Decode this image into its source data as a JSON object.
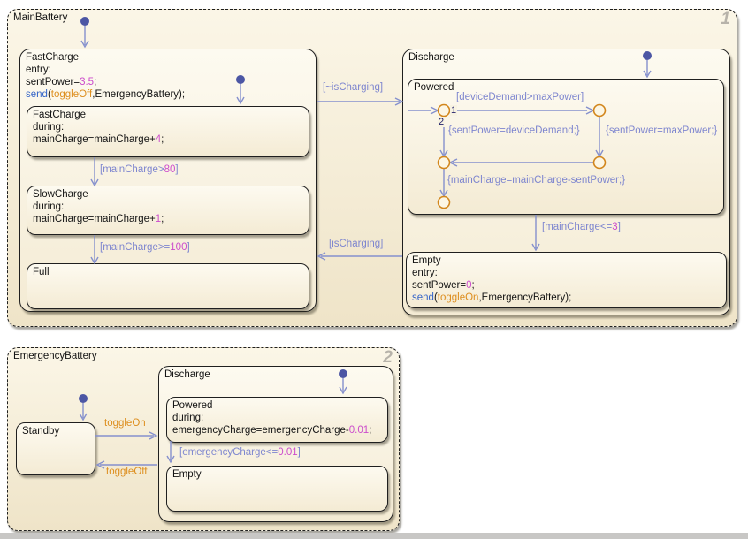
{
  "main": {
    "label": "MainBattery",
    "corner": "1",
    "fastChargeOuter": {
      "title": "FastCharge",
      "entry": "entry:",
      "sent_pre": "sentPower=",
      "sent_num": "3.5",
      "semi": ";",
      "send_kw": "send",
      "send_open": "(",
      "send_event": "toggleOff",
      "send_rest": ",EmergencyBattery);"
    },
    "fastChargeInner": {
      "title": "FastCharge",
      "during": "during:",
      "code_pre": "mainCharge=mainCharge+",
      "code_num": "4",
      "semi": ";"
    },
    "slowCharge": {
      "title": "SlowCharge",
      "during": "during:",
      "code_pre": "mainCharge=mainCharge+",
      "code_num": "1",
      "semi": ";"
    },
    "full": {
      "title": "Full"
    },
    "discharge": {
      "title": "Discharge"
    },
    "powered": {
      "title": "Powered"
    },
    "empty": {
      "title": "Empty",
      "entry": "entry:",
      "sent_pre": "sentPower=",
      "sent_num": "0",
      "semi": ";",
      "send_kw": "send",
      "send_open": "(",
      "send_event": "toggleOn",
      "send_rest": ",EmergencyBattery);"
    },
    "transitions": {
      "not_charging": "[~isCharging]",
      "charging": "[isCharging]",
      "gt80_pre": "[mainCharge>",
      "gt80_num": "80",
      "gt80_post": "]",
      "ge100_pre": "[mainCharge>=",
      "ge100_num": "100",
      "ge100_post": "]",
      "le3_pre": "[mainCharge<=",
      "le3_num": "3",
      "le3_post": "]",
      "device_demand": "[deviceDemand>maxPower]",
      "sent_device": "{sentPower=deviceDemand;}",
      "sent_max": "{sentPower=maxPower;}",
      "main_update": "{mainCharge=mainCharge-sentPower;}",
      "order1": "1",
      "order2": "2"
    }
  },
  "emergency": {
    "label": "EmergencyBattery",
    "corner": "2",
    "standby": {
      "title": "Standby"
    },
    "discharge": {
      "title": "Discharge"
    },
    "powered": {
      "title": "Powered",
      "during": "during:",
      "code_pre": "emergencyCharge=emergencyCharge-",
      "code_num": "0.01",
      "semi": ";"
    },
    "empty": {
      "title": "Empty"
    },
    "transitions": {
      "toggle_on": "toggleOn",
      "toggle_off": "toggleOff",
      "le001_pre": "[emergencyCharge<=",
      "le001_num": "0.01",
      "le001_post": "]"
    }
  },
  "colors": {
    "transition_line": "#8590cd",
    "transition_label": "#7e86cf",
    "number_literal": "#cc4ccc",
    "event_name": "#dd8e1e",
    "keyword": "#3565c8",
    "junction_outline": "#d2861c",
    "default_dot": "#4c56a4",
    "state_fill_top": "#fdfaf0",
    "state_fill_bottom": "#f0e5c9"
  }
}
